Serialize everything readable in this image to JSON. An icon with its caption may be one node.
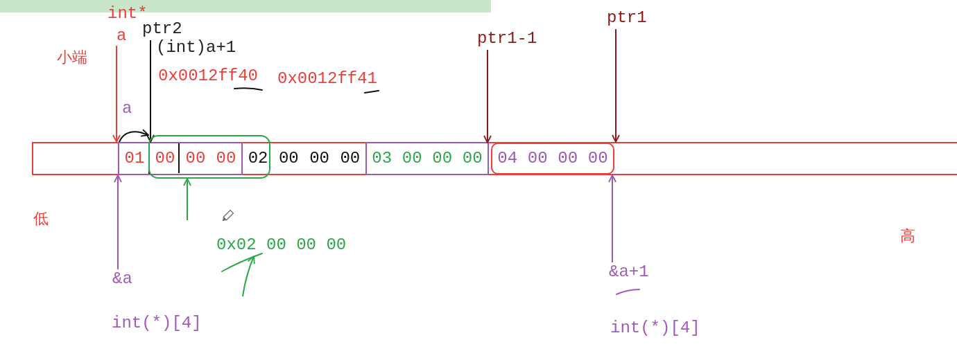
{
  "diagram": {
    "nodes": [
      {
        "text": [
          "int*",
          "a"
        ]
      },
      {
        "text": [
          "ptr2"
        ],
        "beside": [
          "(int)a+1"
        ]
      },
      {
        "text": [
          "ptr1-1"
        ]
      },
      {
        "text": [
          "ptr1"
        ]
      },
      {
        "text": [],
        "shape": "bar"
      },
      {
        "text": [
          "01",
          "00",
          "00",
          "00"
        ],
        "in": 4
      },
      {
        "text": [
          "02",
          "00",
          "00",
          "00"
        ],
        "in": 4
      },
      {
        "text": [
          "03",
          "00",
          "00",
          "00"
        ],
        "in": 4
      },
      {
        "text": [
          "04",
          "00",
          "00",
          "00"
        ],
        "in": 4
      },
      {
        "text": [],
        "shape": "box"
      },
      {
        "text": [
          "&a"
        ]
      },
      {
        "text": [
          "&a+1"
        ]
      },
      {
        "text": [
          "0x02 00 00 00"
        ]
      }
    ],
    "edges": [
      {
        "from": 0,
        "to": 5,
        "arrow": "to",
        "color": "#e8413c"
      },
      {
        "from": 1,
        "to": 5,
        "arrow": "to",
        "color": "#111111"
      },
      {
        "from": 2,
        "to": 8,
        "arrow": "to",
        "color": "#8b1a1a"
      },
      {
        "from": 3,
        "to": 4,
        "arrow": "to",
        "color": "#8b1a1a"
      },
      {
        "from": 10,
        "to": 5,
        "arrow": "to",
        "color": "#9b59b6"
      },
      {
        "from": 11,
        "to": 4,
        "arrow": "to",
        "color": "#9b59b6"
      },
      {
        "from": null,
        "to": 9,
        "arrow": "to",
        "color": "#2ca84a"
      },
      {
        "from": null,
        "to": 12,
        "arrow": "to",
        "color": "#2ca84a"
      },
      {
        "from": 5,
        "to": 9,
        "arrow": "to",
        "color": "#111111"
      }
    ],
    "labels": [
      "小端",
      "0x0012ff40",
      "0x0012ff41",
      "a",
      "低",
      "高",
      "int(*)[4]",
      "int(*)[4]"
    ]
  }
}
